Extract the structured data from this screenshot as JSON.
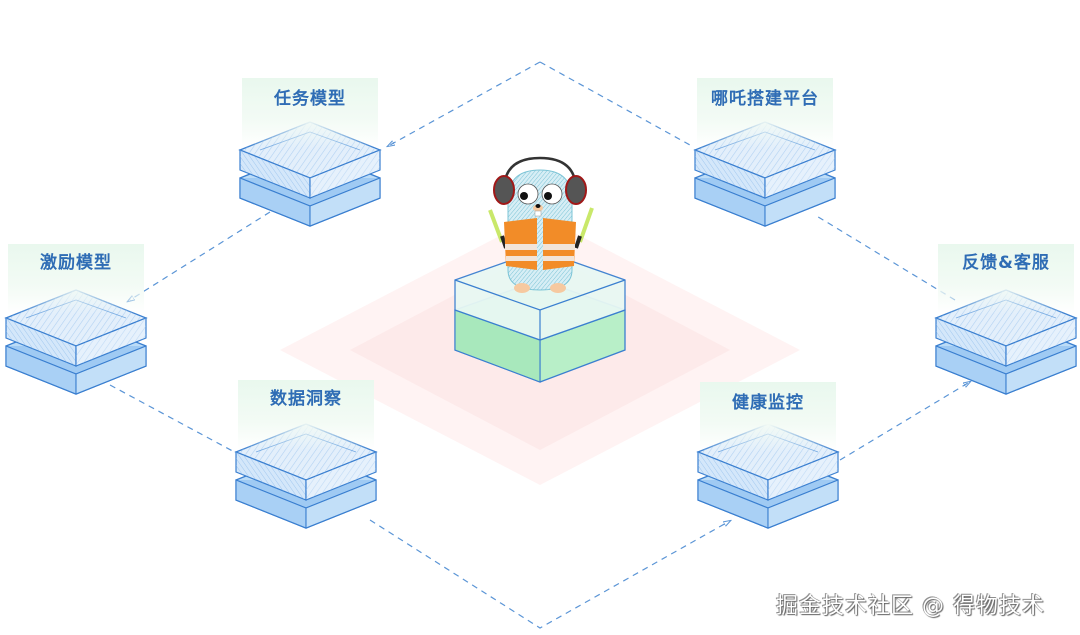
{
  "diagram": {
    "center": {
      "name": "Gopher mascot platform core",
      "colors": {
        "top_slab": "#e4f7f1",
        "bottom_slab": "#b8efc8",
        "edge": "#4a90d9",
        "glow": "#fde8e8"
      }
    },
    "nodes": [
      {
        "id": "task-model",
        "label": "任务模型"
      },
      {
        "id": "nezha-platform",
        "label": "哪吒搭建平台"
      },
      {
        "id": "incentive-model",
        "label": "激励模型"
      },
      {
        "id": "feedback-service",
        "label": "反馈&客服"
      },
      {
        "id": "data-insight",
        "label": "数据洞察"
      },
      {
        "id": "health-monitor",
        "label": "健康监控"
      }
    ],
    "connections": [
      {
        "from": "nezha-platform",
        "to": "task-model",
        "style": "dashed",
        "arrow": "to"
      },
      {
        "from": "task-model",
        "to": "incentive-model",
        "style": "dashed",
        "arrow": "to"
      },
      {
        "from": "incentive-model",
        "to": "data-insight",
        "style": "dashed",
        "arrow": "none"
      },
      {
        "from": "data-insight",
        "to": "health-monitor",
        "style": "dashed",
        "arrow": "to"
      },
      {
        "from": "health-monitor",
        "to": "feedback-service",
        "style": "dashed",
        "arrow": "to"
      },
      {
        "from": "feedback-service",
        "to": "nezha-platform",
        "style": "dashed",
        "arrow": "none"
      }
    ],
    "colors": {
      "box_edge": "#3a7fd0",
      "box_fill_top": "#dcebfa",
      "box_fill_bottom": "#a9d0f5",
      "dash": "#5b95d6",
      "label": "#2f6db5"
    }
  },
  "watermark": "掘金技术社区 @ 得物技术"
}
